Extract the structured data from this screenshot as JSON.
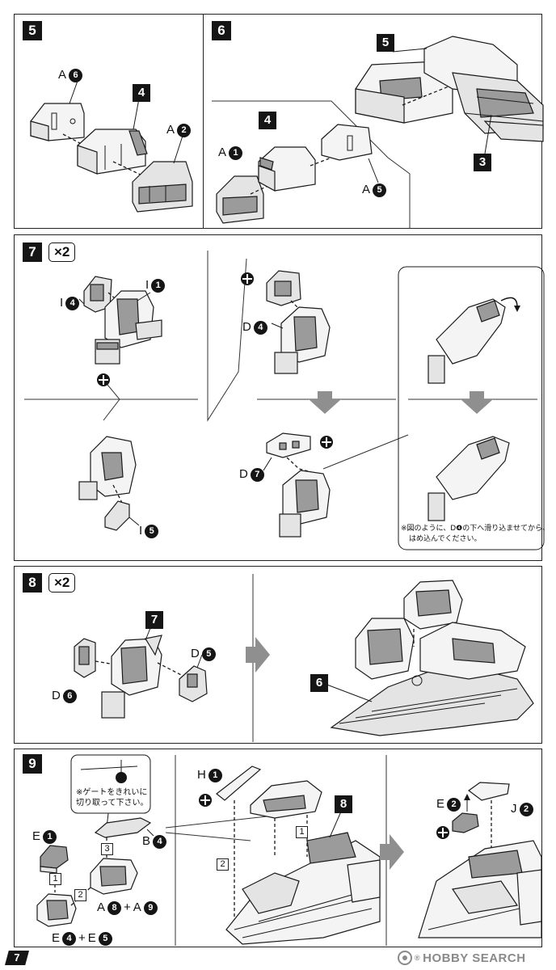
{
  "steps": {
    "s5": {
      "number": "5",
      "labels": {
        "a6": {
          "letter": "A",
          "num": "6"
        },
        "a2": {
          "letter": "A",
          "num": "2"
        },
        "ref4": "4"
      }
    },
    "s6": {
      "number": "6",
      "labels": {
        "a1": {
          "letter": "A",
          "num": "1"
        },
        "a5": {
          "letter": "A",
          "num": "5"
        },
        "ref4": "4",
        "ref5": "5",
        "ref3": "3"
      }
    },
    "s7": {
      "number": "7",
      "multiplier": "×2",
      "labels": {
        "i1": {
          "letter": "I",
          "num": "1"
        },
        "i4": {
          "letter": "I",
          "num": "4"
        },
        "i5": {
          "letter": "I",
          "num": "5"
        },
        "d4": {
          "letter": "D",
          "num": "4"
        },
        "d7": {
          "letter": "D",
          "num": "7"
        }
      },
      "note": {
        "line1": "※図のように、D❹の下へ滑り込ませてから、",
        "line2": "はめ込んでください。"
      }
    },
    "s8": {
      "number": "8",
      "multiplier": "×2",
      "labels": {
        "d6": {
          "letter": "D",
          "num": "6"
        },
        "d5": {
          "letter": "D",
          "num": "5"
        },
        "ref7": "7",
        "ref6": "6"
      }
    },
    "s9": {
      "number": "9",
      "labels": {
        "e1": {
          "letter": "E",
          "num": "1"
        },
        "b4": {
          "letter": "B",
          "num": "4"
        },
        "a8a9": {
          "l1": "A",
          "n1": "8",
          "plus": "+",
          "l2": "A",
          "n2": "9"
        },
        "e4e5": {
          "l1": "E",
          "n1": "4",
          "plus": "+",
          "l2": "E",
          "n2": "5"
        },
        "h1": {
          "letter": "H",
          "num": "1"
        },
        "e2": {
          "letter": "E",
          "num": "2"
        },
        "j2": {
          "letter": "J",
          "num": "2"
        },
        "ref8": "8"
      },
      "substeps": {
        "one": "1",
        "two": "2",
        "three": "3"
      },
      "note": {
        "line1": "※ゲートをきれいに",
        "line2": "切り取って下さい。"
      }
    }
  },
  "footer": {
    "page_number": "7",
    "watermark": "HOBBY SEARCH",
    "watermark_mark": "®"
  },
  "colors": {
    "ink": "#151515",
    "part": "#e4e4e4",
    "arrow": "#8f8f8f"
  }
}
